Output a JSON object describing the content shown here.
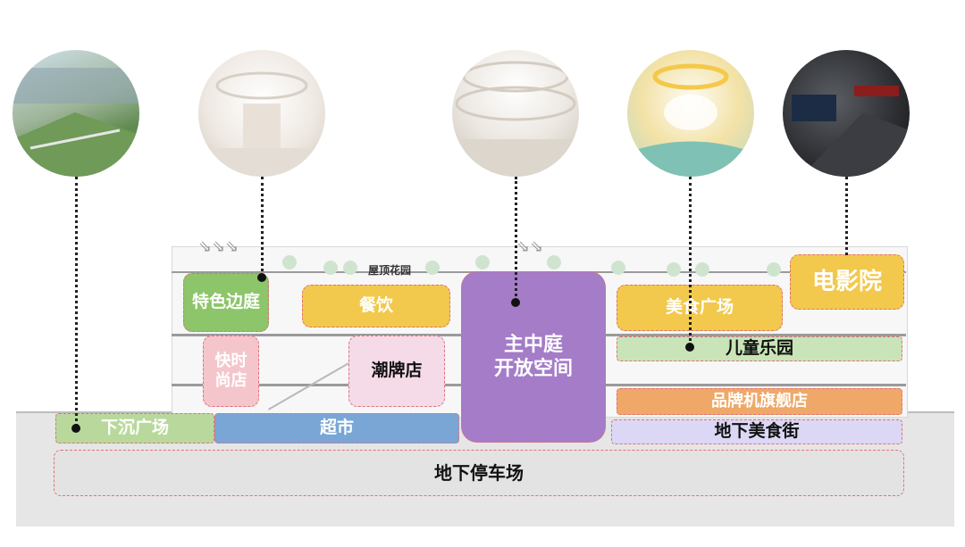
{
  "labels": {
    "roof_garden": "屋顶花园",
    "feature_courtyard": "特色边庭",
    "dining": "餐饮",
    "atrium": "主中庭\n开放空间",
    "food_plaza": "美食广场",
    "cinema": "电影院",
    "fast_fashion": "快时\n尚店",
    "trend_store": "潮牌店",
    "kids_park": "儿童乐园",
    "flagship": "品牌机旗舰店",
    "sunken_plaza": "下沉广场",
    "supermarket": "超市",
    "underground_food_street": "地下美食街",
    "parking": "地下停车场"
  },
  "photo_icons": [
    "sunken-plaza-photo",
    "courtyard-photo",
    "atrium-photo",
    "kids-park-photo",
    "cinema-photo"
  ],
  "colors": {
    "green": "#8cc56a",
    "yellow": "#f2c94c",
    "purple": "#a47cc8",
    "orange": "#f0a868",
    "pink": "#f4c6cc",
    "blue": "#7aa6d6",
    "lavender": "#c9c3ef",
    "dashed_border": "#e0707a"
  }
}
